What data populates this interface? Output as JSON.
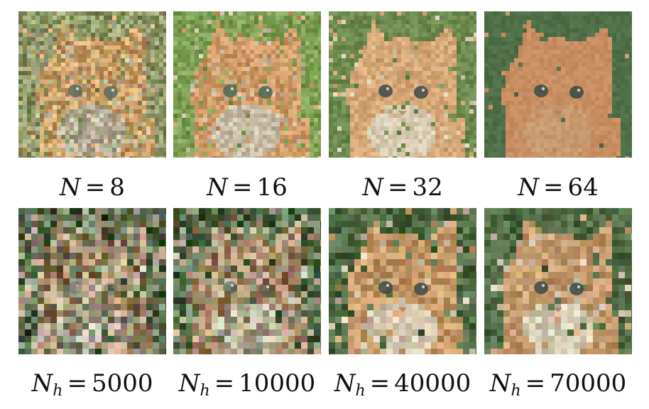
{
  "figure": {
    "top_row": [
      {
        "var": "N",
        "sub": "",
        "value": "8"
      },
      {
        "var": "N",
        "sub": "",
        "value": "16"
      },
      {
        "var": "N",
        "sub": "",
        "value": "32"
      },
      {
        "var": "N",
        "sub": "",
        "value": "64"
      }
    ],
    "bottom_row": [
      {
        "var": "N",
        "sub": "h",
        "value": "5000"
      },
      {
        "var": "N",
        "sub": "h",
        "value": "10000"
      },
      {
        "var": "N",
        "sub": "h",
        "value": "40000"
      },
      {
        "var": "N",
        "sub": "h",
        "value": "70000"
      }
    ],
    "equals": "="
  },
  "palette": {
    "top": [
      {
        "bg": "#8f9868",
        "fur": "#c9a06a",
        "fg": "#b8b09a",
        "eye": "#5b6a5e",
        "noise": 0.55
      },
      {
        "bg": "#7fa055",
        "fur": "#d09c6a",
        "fg": "#c8bea8",
        "eye": "#4c6a57",
        "noise": 0.35
      },
      {
        "bg": "#6d8a4f",
        "fur": "#d6a878",
        "fg": "#d8ccb2",
        "eye": "#3f4a48",
        "noise": 0.25
      },
      {
        "bg": "#4f6f48",
        "fur": "#c88e62",
        "fg": "#c89a70",
        "eye": "#3a4a44",
        "noise": 0.12
      }
    ],
    "bottom": [
      {
        "bg": "#5e7052",
        "fur": "#9c8468",
        "fg": "#a19a8a",
        "eye": "#4e584e",
        "noise": 0.9
      },
      {
        "bg": "#5b7050",
        "fur": "#a6896a",
        "fg": "#b2aa96",
        "eye": "#4e584e",
        "noise": 0.75
      },
      {
        "bg": "#4f6a44",
        "fur": "#c49868",
        "fg": "#d2c6ae",
        "eye": "#3e4a46",
        "noise": 0.45
      },
      {
        "bg": "#4f6a44",
        "fur": "#c39a6e",
        "fg": "#d6ccb6",
        "eye": "#3e4a46",
        "noise": 0.4
      }
    ]
  }
}
